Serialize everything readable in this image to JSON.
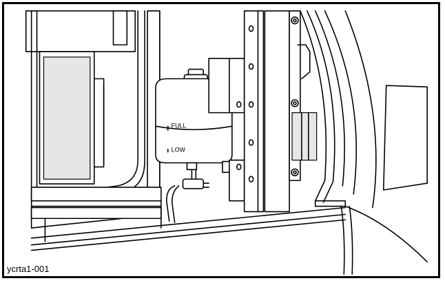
{
  "figure": {
    "id_label": "ycrta1-001",
    "reservoir": {
      "full_mark": "FULL",
      "low_mark": "LOW"
    },
    "colors": {
      "line": "#000000",
      "background": "#ffffff",
      "shade": "#e6e6e6",
      "arrow": "#111111"
    }
  }
}
